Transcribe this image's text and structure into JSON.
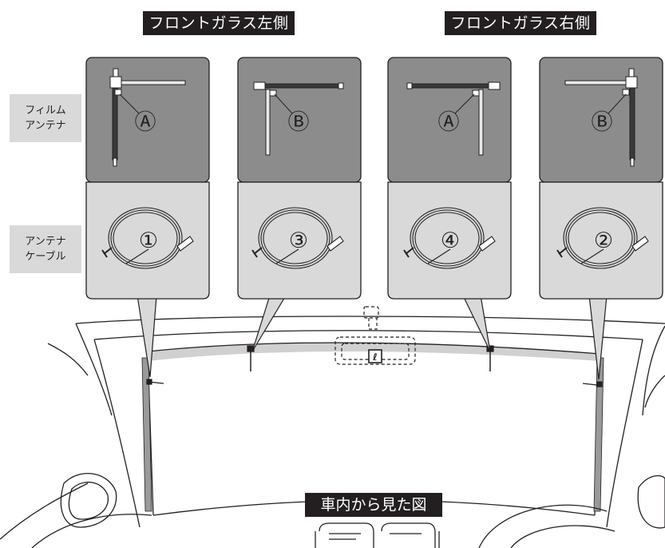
{
  "headings": {
    "left_windshield": "フロントガラス左側",
    "right_windshield": "フロントガラス右側"
  },
  "row_labels": {
    "film_antenna": [
      "フィルム",
      "アンテナ"
    ],
    "antenna_cable": [
      "アンテナ",
      "ケーブル"
    ]
  },
  "panels": [
    {
      "antenna_mark": "Ⓐ",
      "cable_number": "①"
    },
    {
      "antenna_mark": "Ⓑ",
      "cable_number": "③"
    },
    {
      "antenna_mark": "Ⓐ",
      "cable_number": "④"
    },
    {
      "antenna_mark": "Ⓑ",
      "cable_number": "②"
    }
  ],
  "caption": "車内から見た図",
  "colors": {
    "panel_dark": "#8c8c8c",
    "panel_light": "#d9d9d9",
    "label_bg": "#231f20",
    "line": "#231f20"
  }
}
